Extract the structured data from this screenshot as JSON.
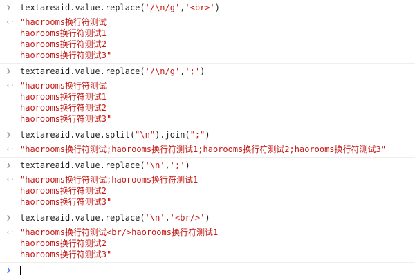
{
  "icons": {
    "input_prompt": "chevron-right-icon",
    "output_marker": "chevron-left-icon"
  },
  "colors": {
    "string": "#c41a16",
    "code": "#222222",
    "prompt_active": "#367cf1"
  },
  "entries": [
    {
      "command": [
        {
          "t": "textareaid.value.replace(",
          "k": "code"
        },
        {
          "t": "'/\\n/g'",
          "k": "str"
        },
        {
          "t": ",",
          "k": "code"
        },
        {
          "t": "'<br>'",
          "k": "str"
        },
        {
          "t": ")",
          "k": "code"
        }
      ],
      "output": [
        "\"haorooms换行符测试",
        "haorooms换行符测试1",
        "haorooms换行符测试2",
        "haorooms换行符测试3\""
      ]
    },
    {
      "command": [
        {
          "t": "textareaid.value.replace(",
          "k": "code"
        },
        {
          "t": "'/\\n/g'",
          "k": "str"
        },
        {
          "t": ",",
          "k": "code"
        },
        {
          "t": "';'",
          "k": "str"
        },
        {
          "t": ")",
          "k": "code"
        }
      ],
      "output": [
        "\"haorooms换行符测试",
        "haorooms换行符测试1",
        "haorooms换行符测试2",
        "haorooms换行符测试3\""
      ]
    },
    {
      "command": [
        {
          "t": "textareaid.value.split(",
          "k": "code"
        },
        {
          "t": "\"\\n\"",
          "k": "str"
        },
        {
          "t": ").join(",
          "k": "code"
        },
        {
          "t": "\";\"",
          "k": "str"
        },
        {
          "t": ")",
          "k": "code"
        }
      ],
      "output": [
        "\"haorooms换行符测试;haorooms换行符测试1;haorooms换行符测试2;haorooms换行符测试3\""
      ]
    },
    {
      "command": [
        {
          "t": "textareaid.value.replace(",
          "k": "code"
        },
        {
          "t": "'\\n'",
          "k": "str"
        },
        {
          "t": ",",
          "k": "code"
        },
        {
          "t": "';'",
          "k": "str"
        },
        {
          "t": ")",
          "k": "code"
        }
      ],
      "output": [
        "\"haorooms换行符测试;haorooms换行符测试1",
        "haorooms换行符测试2",
        "haorooms换行符测试3\""
      ]
    },
    {
      "command": [
        {
          "t": "textareaid.value.replace(",
          "k": "code"
        },
        {
          "t": "'\\n'",
          "k": "str"
        },
        {
          "t": ",",
          "k": "code"
        },
        {
          "t": "'<br/>'",
          "k": "str"
        },
        {
          "t": ")",
          "k": "code"
        }
      ],
      "output": [
        "\"haorooms换行符测试<br/>haorooms换行符测试1",
        "haorooms换行符测试2",
        "haorooms换行符测试3\""
      ]
    }
  ]
}
